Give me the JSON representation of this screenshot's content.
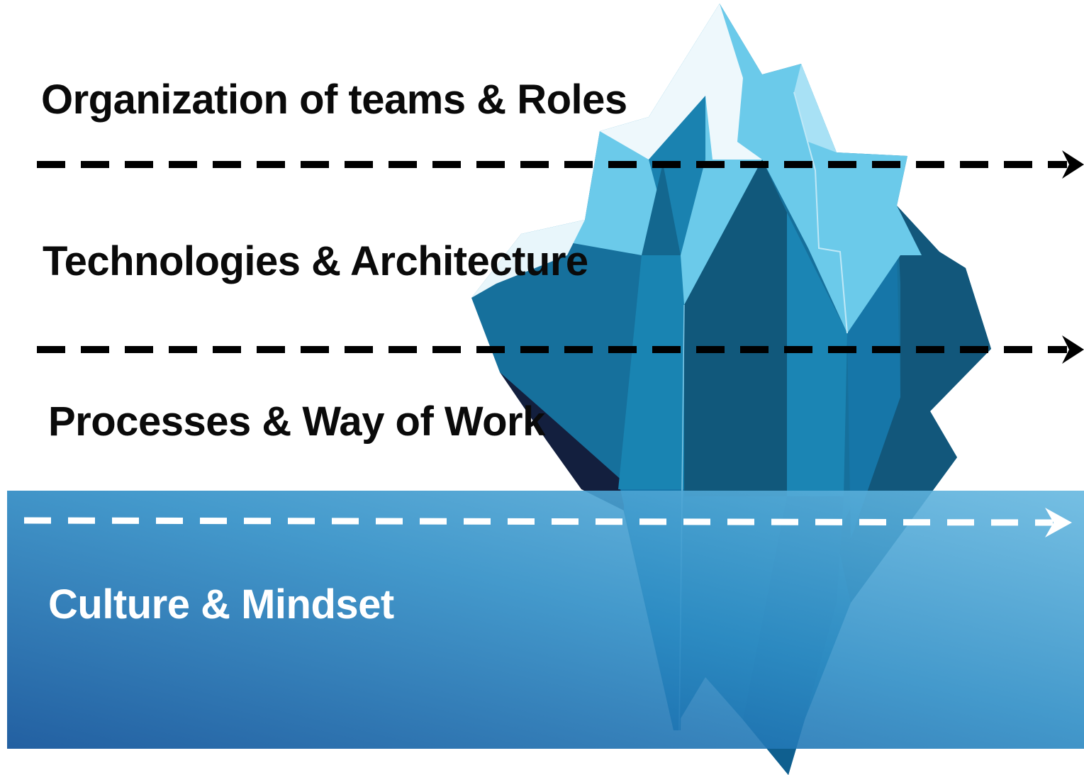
{
  "diagram": {
    "layers": [
      {
        "label": "Organization of teams & Roles",
        "text_color": "#0a0a0a"
      },
      {
        "label": "Technologies & Architecture",
        "text_color": "#0a0a0a"
      },
      {
        "label": "Processes & Way of Work",
        "text_color": "#0a0a0a"
      },
      {
        "label": "Culture & Mindset",
        "text_color": "#ffffff"
      }
    ],
    "colors": {
      "water_top": "#63b4de",
      "water_bottom": "#0a4f98",
      "dashed_line_above": "#000000",
      "dashed_line_water": "#ffffff",
      "ice_light": "#6ccbea",
      "ice_white": "#eef8fc",
      "ice_mid": "#1a86b4",
      "ice_dark": "#12587c"
    }
  }
}
